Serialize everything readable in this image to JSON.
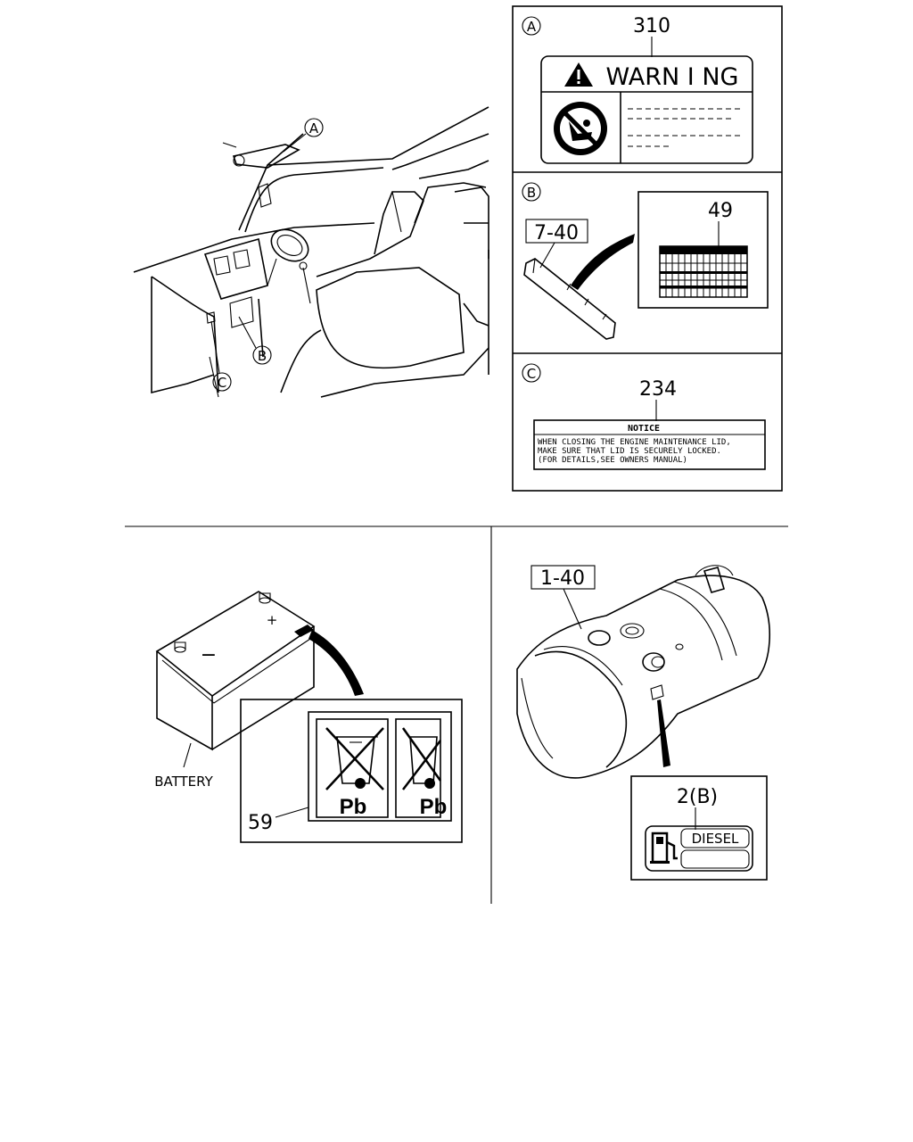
{
  "cab_view": {
    "callouts": [
      "A",
      "B",
      "C"
    ]
  },
  "panel_a": {
    "letter": "A",
    "part_number": "310",
    "label_heading": "WARN I NG",
    "icon": "no-child-seat-airbag-icon"
  },
  "panel_b": {
    "letter": "B",
    "ref_code": "7-40",
    "part_number": "49"
  },
  "panel_c": {
    "letter": "C",
    "part_number": "234",
    "notice_heading": "NOTICE",
    "notice_lines": [
      "WHEN CLOSING THE ENGINE MAINTENANCE LID,",
      "MAKE SURE THAT LID IS SECURELY LOCKED.",
      "(FOR DETAILS,SEE OWNERS MANUAL)"
    ]
  },
  "battery_view": {
    "plus_sign": "+",
    "minus_sign": "−",
    "battery_label": "BATTERY",
    "part_number": "59",
    "symbol_text_1": "Pb",
    "symbol_text_2": "Pb",
    "icon": "crossed-bin-icon"
  },
  "fuel_tank_view": {
    "ref_code": "1-40",
    "part_number": "2(B)",
    "fuel_label": "DIESEL",
    "icon": "fuel-pump-icon"
  }
}
